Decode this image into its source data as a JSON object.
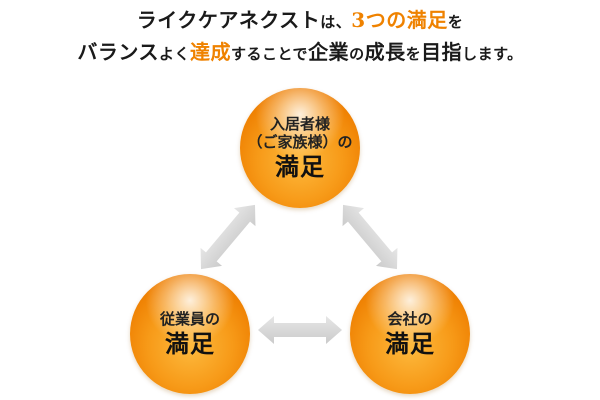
{
  "heading": {
    "line1": {
      "a": "ライクケアネクスト",
      "b": "は、",
      "c": "3つの満足",
      "d": "を"
    },
    "line2": {
      "a": "バランス",
      "b": "よく",
      "c": "達成",
      "d": "することで",
      "e": "企業",
      "f": "の",
      "g": "成長",
      "h": "を",
      "i": "目指",
      "j": "します。"
    }
  },
  "nodes": [
    {
      "line1": "入居者様",
      "line2": "（ご家族様）の",
      "big": "満足"
    },
    {
      "line1": "従業員の",
      "big": "満足"
    },
    {
      "line1": "会社の",
      "big": "満足"
    }
  ],
  "colors": {
    "accent": "#ef8200",
    "sphere": "#f79a18",
    "arrow": "#d6d6d6"
  }
}
